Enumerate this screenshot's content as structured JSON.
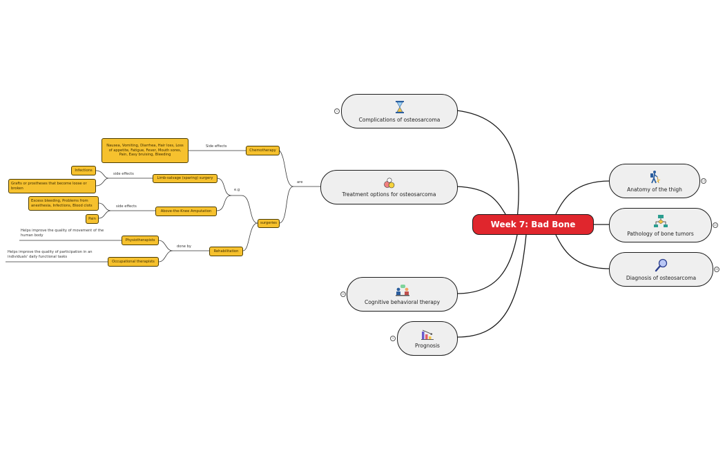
{
  "central": "Week 7: Bad Bone",
  "topics": {
    "complications": {
      "label": "Complications of osteosarcoma",
      "count": "1"
    },
    "treatment": {
      "label": "Treatment options for osteosarcoma"
    },
    "cbt": {
      "label": "Cognitive behavioral therapy",
      "count": "10"
    },
    "prognosis": {
      "label": "Prognosis",
      "count": "3"
    },
    "anatomy": {
      "label": "Anatomy of the thigh",
      "count": "13"
    },
    "pathology": {
      "label": "Pathology of bone tumors",
      "count": "22"
    },
    "diagnosis": {
      "label": "Diagnosis of osteosarcoma",
      "count": "20"
    }
  },
  "edge_labels": {
    "are": "are",
    "eg": "e.g",
    "side_effects_chemo": "Side effects",
    "side_effects_limb": "side effects",
    "side_effects_amp": "side effects",
    "done_by": "done by"
  },
  "nodes": {
    "surgeries": "surgeries",
    "chemotherapy": "Chemotherapy",
    "chemo_effects": "Nausea, Vomiting, Diarrhea, Hair loss, Loss of appetite, Fatigue, Fever, Mouth sores, Pain, Easy bruising, Bleeding",
    "limb_salvage": "Limb-salvage (sparing) surgery",
    "infections": "Infections",
    "grafts": "Grafts or prostheses that become loose or broken",
    "amputation": "Above-the-Knee Amputation",
    "amp_effects": "Excess bleeding, Problems from anesthesia, Infections, Blood clots",
    "pain": "Pain",
    "rehabilitation": "Rehabilitation",
    "physio": "Physiotherapists",
    "occupational": "Occupational therapists"
  },
  "notes": {
    "physio": "Helps improve the quality of movement of the human body",
    "occupational": "Helps improve the quality of participation in an individuals' daily functional tasks"
  },
  "icons": {
    "complications": "hourglass-icon",
    "treatment": "pills-icon",
    "cbt": "therapy-session-icon",
    "prognosis": "declining-chart-icon",
    "anatomy": "hiker-icon",
    "pathology": "flowchart-icon",
    "diagnosis": "magnifier-icon"
  },
  "colors": {
    "central": "#e0262d",
    "topic_fill": "#efefef",
    "subtopic_fill": "#f6c12e",
    "line": "#1a1a1a"
  }
}
